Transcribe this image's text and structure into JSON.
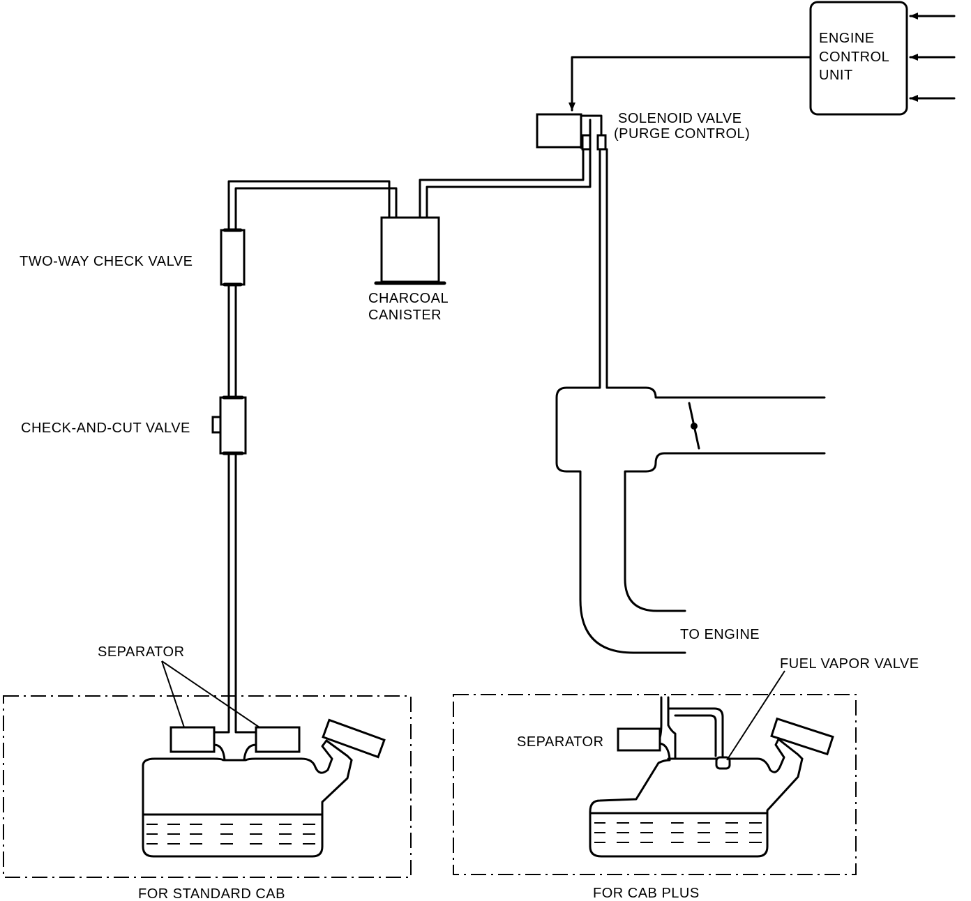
{
  "labels": {
    "engine_control_unit": [
      "ENGINE",
      "CONTROL",
      "UNIT"
    ],
    "solenoid_valve": [
      "SOLENOID VALVE",
      "(PURGE CONTROL)"
    ],
    "two_way_check_valve": "TWO-WAY CHECK VALVE",
    "charcoal_canister": [
      "CHARCOAL",
      "CANISTER"
    ],
    "check_and_cut_valve": "CHECK-AND-CUT VALVE",
    "to_engine": "TO ENGINE",
    "separator_standard": "SEPARATOR",
    "separator_cab_plus": "SEPARATOR",
    "fuel_vapor_valve": "FUEL VAPOR VALVE",
    "for_standard_cab": "FOR STANDARD CAB",
    "for_cab_plus": "FOR CAB PLUS"
  },
  "colors": {
    "line": "#000000",
    "background": "#ffffff"
  }
}
